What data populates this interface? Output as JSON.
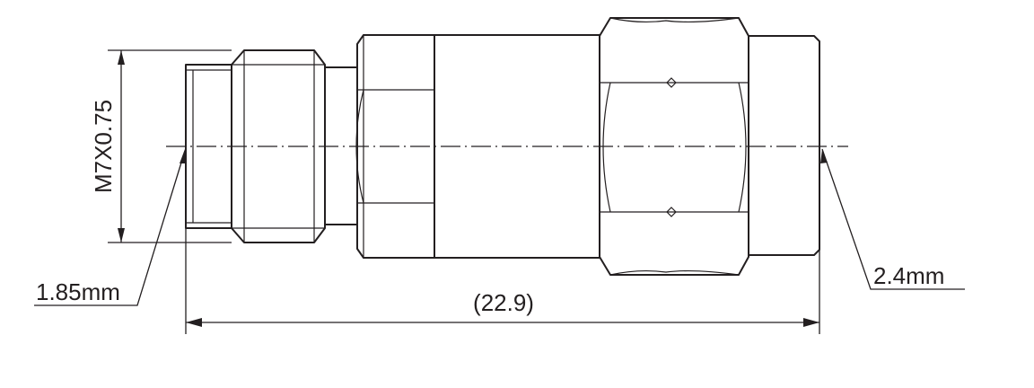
{
  "labels": {
    "thread": "M7X0.75",
    "left_connector": "1.85mm",
    "right_connector": "2.4mm",
    "overall_length": "(22.9)"
  },
  "colors": {
    "line": "#231f20",
    "background": "#ffffff"
  }
}
